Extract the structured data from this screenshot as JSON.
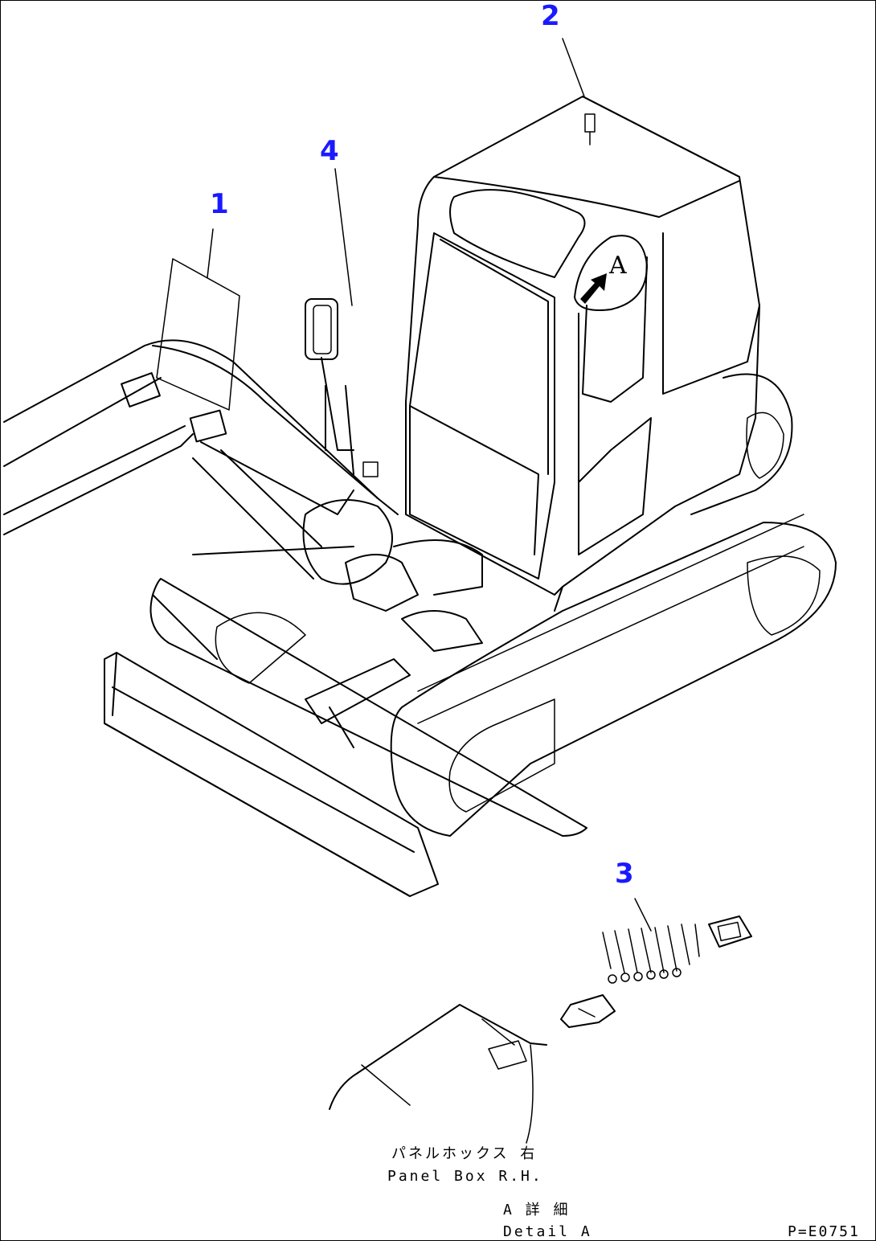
{
  "callouts": [
    {
      "label": "1",
      "color": "#1a1aff"
    },
    {
      "label": "2",
      "color": "#1a1aff"
    },
    {
      "label": "3",
      "color": "#1a1aff"
    },
    {
      "label": "4",
      "color": "#1a1aff"
    }
  ],
  "detail_marker": {
    "label": "A"
  },
  "captions": {
    "panel_box_jp": "パネルホックス 右",
    "panel_box_en": "Panel Box R.H.",
    "detail_jp": "A 詳 細",
    "detail_en": "Detail A",
    "drawing_code": "P=E0751"
  },
  "colors": {
    "callout": "#1a1aff",
    "line": "#000000",
    "background": "#ffffff"
  }
}
